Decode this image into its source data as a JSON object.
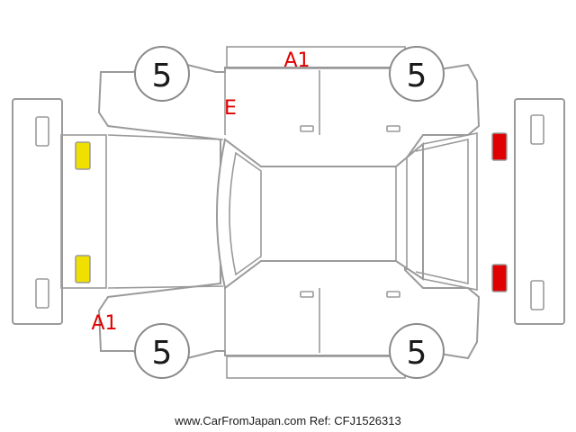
{
  "tires": {
    "front_left": "5",
    "rear_left": "5",
    "front_right": "5",
    "rear_right": "5"
  },
  "damage": {
    "roof_top": "A1",
    "pillar_front_left": "E",
    "front_bumper_right": "A1"
  },
  "footer": {
    "site": "www.CarFromJapan.com",
    "ref": "Ref: CFJ1526313"
  },
  "colors": {
    "outline": "#9a9a9a",
    "damage_mark": "#e00000",
    "front_lamp": "#f0e000",
    "rear_lamp": "#e00000"
  }
}
